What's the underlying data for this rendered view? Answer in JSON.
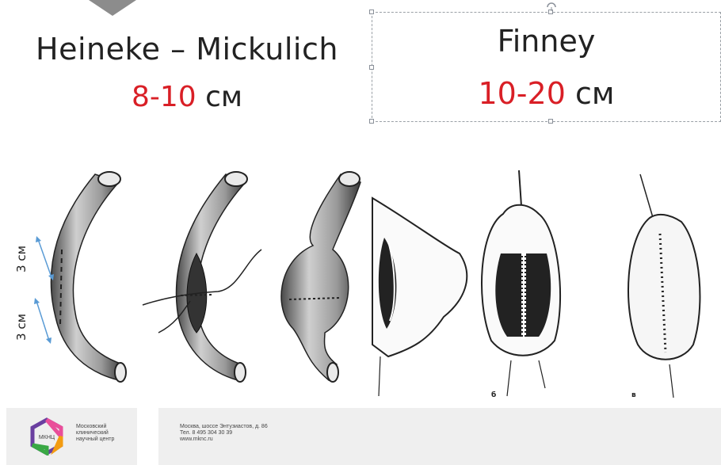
{
  "left_procedure": {
    "title": "Heineke – Mickulich",
    "length_value": "8-10",
    "length_unit": "см",
    "dimension_labels": [
      "3 см",
      "3 см"
    ]
  },
  "right_procedure": {
    "title": "Finney",
    "length_value": "10-20",
    "length_unit": "см",
    "figure_letters": [
      "б",
      "в"
    ]
  },
  "colors": {
    "accent_red": "#d91f26",
    "text": "#222222",
    "footer_bg": "#efefef",
    "arrow_blue": "#5a9bd5"
  },
  "footer": {
    "logo_text": "МКНЦ",
    "org_line1": "Московский",
    "org_line2": "клинический",
    "org_line3": "научный центр",
    "address_line1": "Москва, шоссе Энтузиастов, д. 86",
    "address_line2": "Тел. 8 495 304 30 39",
    "address_line3": "www.mknc.ru"
  }
}
